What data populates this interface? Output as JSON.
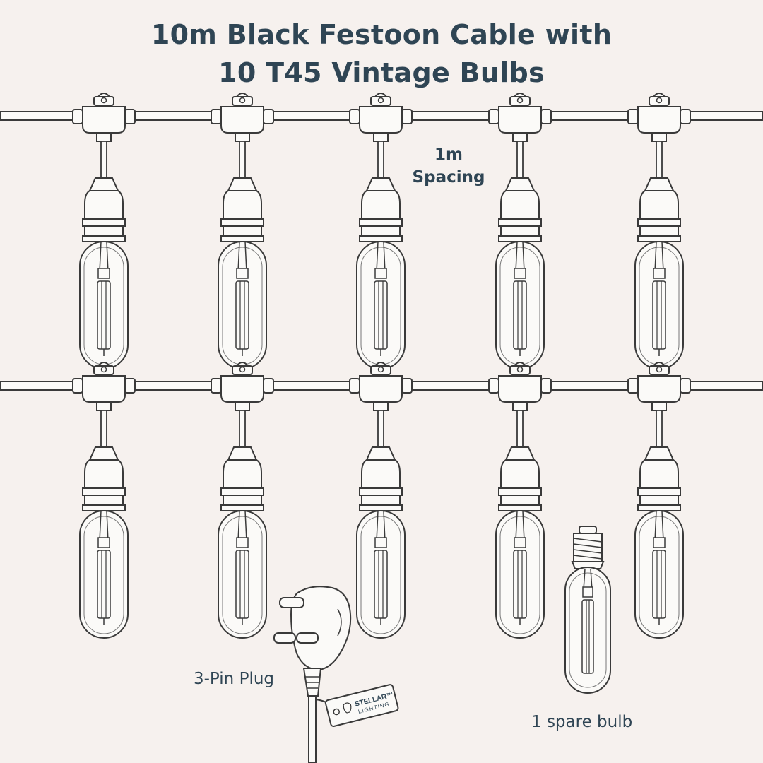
{
  "title": {
    "line1": "10m Black Festoon Cable with",
    "line2": "10 T45 Vintage Bulbs"
  },
  "annotations": {
    "spacing_line1": "1m",
    "spacing_line2": "Spacing",
    "plug": "3-Pin Plug",
    "spare": "1 spare bulb"
  },
  "tag": {
    "brand_line1": "STELLAR™",
    "brand_line2": "LIGHTING"
  },
  "colors": {
    "background": "#f6f1ee",
    "text": "#2f4554",
    "line": "#3a3a3a",
    "fill": "#fbfaf8"
  }
}
